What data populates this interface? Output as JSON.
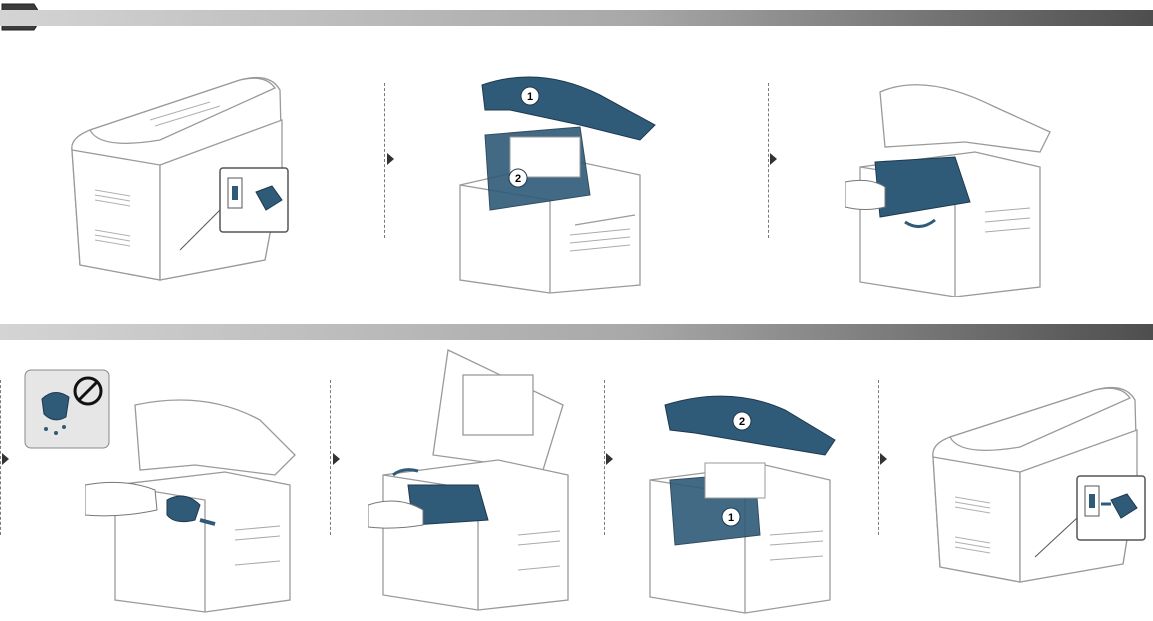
{
  "step_markers": [
    "1",
    "2",
    "2",
    "1"
  ],
  "colors": {
    "accent_blue": "#2f5a78",
    "outline_gray": "#9a9a9a",
    "header_dark": "#3c3c3c"
  },
  "icons": [
    "power-plug-icon",
    "no-liquid-icon",
    "next-step-arrow-icon"
  ]
}
